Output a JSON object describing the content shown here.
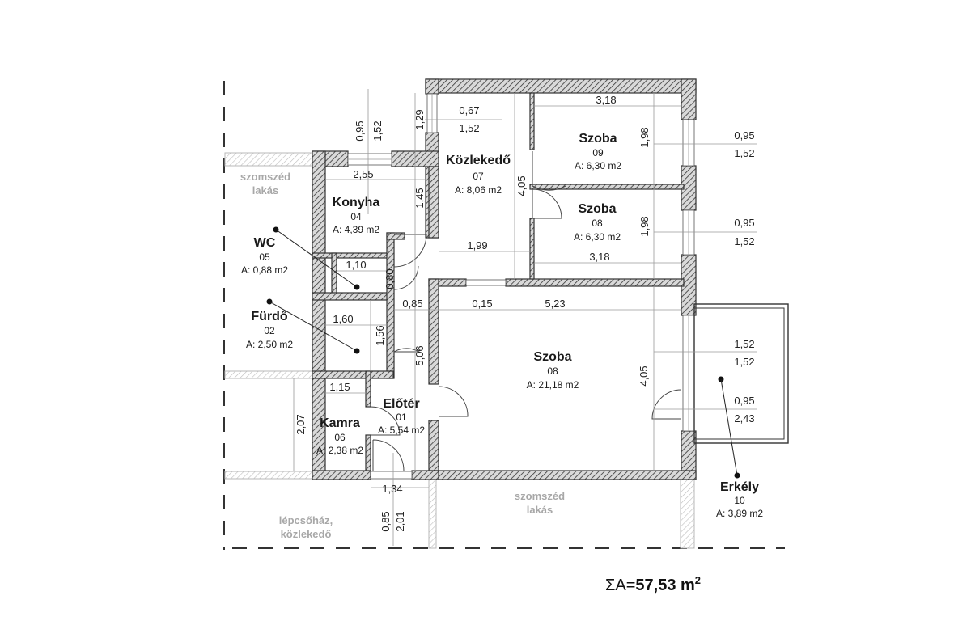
{
  "plan": {
    "rooms": [
      {
        "id": "konyha",
        "name": "Konyha",
        "number": "04",
        "area": "A: 4,39 m2"
      },
      {
        "id": "kozlekedo",
        "name": "Közlekedő",
        "number": "07",
        "area": "A: 8,06 m2"
      },
      {
        "id": "szoba09",
        "name": "Szoba",
        "number": "09",
        "area": "A: 6,30 m2"
      },
      {
        "id": "szoba08a",
        "name": "Szoba",
        "number": "08",
        "area": "A: 6,30 m2"
      },
      {
        "id": "wc",
        "name": "WC",
        "number": "05",
        "area": "A: 0,88 m2"
      },
      {
        "id": "furdo",
        "name": "Fürdő",
        "number": "02",
        "area": "A: 2,50 m2"
      },
      {
        "id": "szoba08b",
        "name": "Szoba",
        "number": "08",
        "area": "A: 21,18 m2"
      },
      {
        "id": "kamra",
        "name": "Kamra",
        "number": "06",
        "area": "A: 2,38 m2"
      },
      {
        "id": "eloter",
        "name": "Előtér",
        "number": "01",
        "area": "A: 5,54 m2"
      },
      {
        "id": "erkely",
        "name": "Erkély",
        "number": "10",
        "area": "A: 3,89 m2"
      }
    ],
    "neighbors": {
      "left_top": [
        "szomszéd",
        "lakás"
      ],
      "bottom": [
        "szomszéd",
        "lakás"
      ],
      "stair": [
        "lépcsőház,",
        "közlekedő"
      ]
    },
    "dimensions": {
      "konyha_win_top": "0,95",
      "konyha_win_bot": "1,52",
      "hall_h_129": "1,29",
      "hall_win_top": "0,67",
      "hall_win_bot": "1,52",
      "konyha_w": "2,55",
      "konyha_h": "1,45",
      "szoba09_w": "3,18",
      "szoba09_h": "1,98",
      "szoba09_win_top": "0,95",
      "szoba09_win_bot": "1,52",
      "hall_len": "4,05",
      "szoba08_h": "1,98",
      "szoba08_win_top": "0,95",
      "szoba08_win_bot": "1,52",
      "szoba08_w": "3,18",
      "hall_w": "1,99",
      "wc_w": "1,10",
      "wc_door": "0,80",
      "corr_w": "0,85",
      "big_off": "0,15",
      "big_w": "5,23",
      "furdo_w": "1,60",
      "furdo_h": "1,56",
      "eloter_len": "5,06",
      "big_h": "4,05",
      "balc_win_top": "1,52",
      "balc_win_bot": "1,52",
      "balc_door_top": "0,95",
      "balc_door_bot": "2,43",
      "kamra_w": "1,15",
      "kamra_h": "2,07",
      "entry_w": "1,34",
      "entry_top": "0,85",
      "entry_bot": "2,01"
    },
    "total": {
      "prefix": "ΣA=",
      "value": "57,53 m",
      "sup": "2"
    }
  }
}
